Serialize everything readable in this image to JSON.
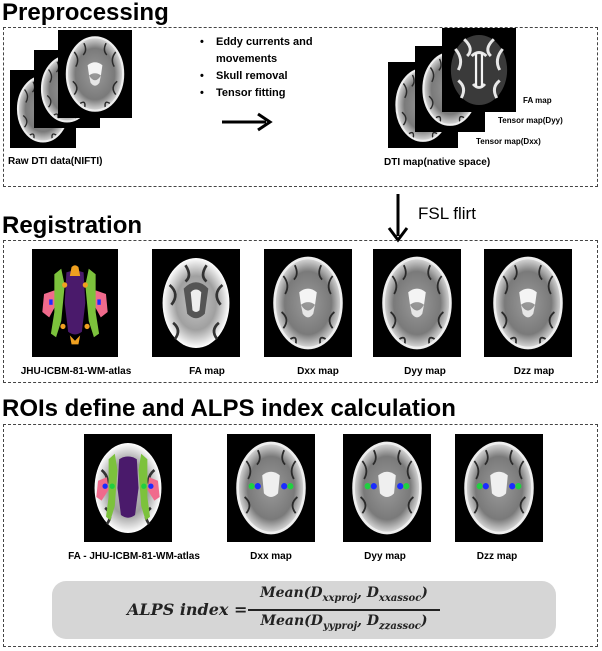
{
  "sections": {
    "preprocessing": "Preprocessing",
    "registration": "Registration",
    "rois": "ROIs define and ALPS index calculation"
  },
  "preprocessing": {
    "raw_label": "Raw DTI data(NIFTI)",
    "steps": [
      "Eddy currents and",
      "movements",
      "Skull removal",
      "Tensor fitting"
    ],
    "dti_label": "DTI map(native space)",
    "stack_labels": [
      "FA map",
      "Tensor map(Dyy)",
      "Tensor map(Dxx)"
    ]
  },
  "flirt_label": "FSL flirt",
  "registration": {
    "labels": [
      "JHU-ICBM-81-WM-atlas",
      "FA map",
      "Dxx map",
      "Dyy map",
      "Dzz map"
    ]
  },
  "rois": {
    "labels": [
      "FA - JHU-ICBM-81-WM-atlas",
      "Dxx map",
      "Dyy map",
      "Dzz map"
    ]
  },
  "formula": {
    "lhs": "ALPS index =",
    "numerator": "Mean(D",
    "num_sub1": "xxproj",
    "num_sep": ", D",
    "num_sub2": "xxassoc",
    "close": ")",
    "denominator": "Mean(D",
    "den_sub1": "yyproj",
    "den_sep": ", D",
    "den_sub2": "zzassoc"
  },
  "colors": {
    "atlas_pink": "#f06a8c",
    "atlas_green": "#7cc23c",
    "atlas_purple": "#4a1a6b",
    "atlas_orange": "#f0a020",
    "roi_blue": "#1a2cff",
    "roi_green": "#20d040",
    "formula_bg": "#d6d6d6"
  }
}
